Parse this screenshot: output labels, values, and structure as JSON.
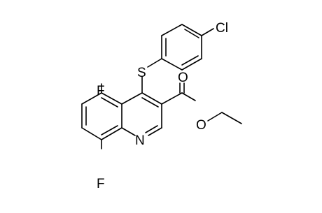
{
  "molecule": {
    "atom_labels": {
      "chlorine": "Cl",
      "sulfur": "S",
      "fluorine_5": "F",
      "fluorine_8": "F",
      "nitrogen": "N",
      "carbonyl_oxygen": "O",
      "ester_oxygen": "O"
    }
  },
  "colors": {
    "bond": "#000000",
    "background": "#ffffff"
  }
}
